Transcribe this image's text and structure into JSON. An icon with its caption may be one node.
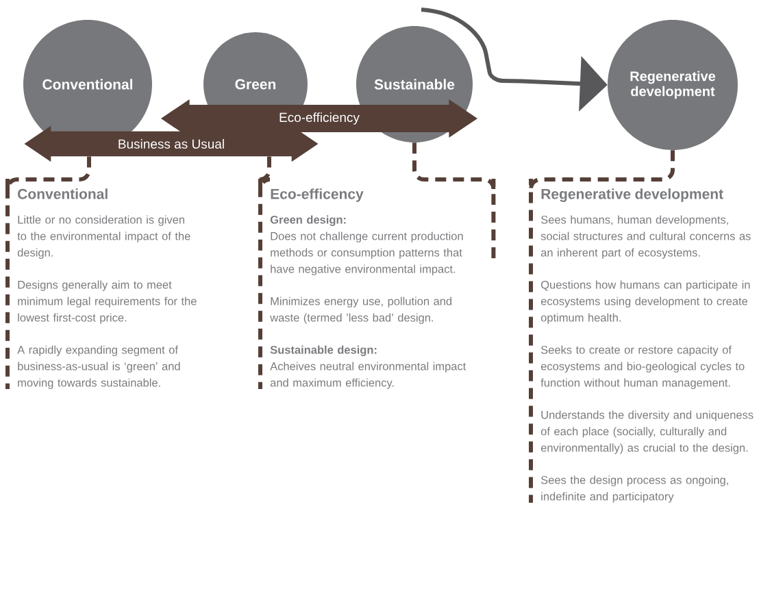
{
  "diagram": {
    "nodes": [
      {
        "text": [
          "Conventional"
        ]
      },
      {
        "text": [
          "Green"
        ]
      },
      {
        "text": [
          "Sustainable"
        ]
      },
      {
        "text": [
          "Regenerative development"
        ]
      },
      {
        "text": [
          "Eco-efficiency"
        ]
      },
      {
        "text": [
          "Business as Usual"
        ]
      },
      {
        "text": [
          "Conventional",
          "Little or no consideration is given to the environmental impact of the design.",
          "Designs generally aim to meet minimum legal requirements for the lowest first-cost price.",
          "A rapidly expanding segment of business-as-usual is ‘green’ and moving towards sustainable."
        ]
      },
      {
        "text": [
          "Eco-efficency",
          "Green design:",
          "Does not challenge current production methods or consumption patterns that have negative environmental impact.",
          "Minimizes energy use, pollution and waste (termed ’less bad’ design.",
          "Sustainable design:",
          "Acheives neutral environmental impact and maximum efficiency."
        ]
      },
      {
        "text": [
          "Regenerative development",
          "Sees humans, human developments, social structures and cultural concerns as an inherent part of ecosystems.",
          "Questions how humans can participate in ecosystems using development to create optimum health.",
          "Seeks to create or restore capacity of ecosystems and bio-geological cycles to function without human management.",
          "Understands the diversity and uniqueness of each place (socially, culturally and environmentally) as crucial to the design.",
          "Sees the design process as ongoing, indefinite and participatory"
        ]
      }
    ],
    "edges": [
      {
        "from": null,
        "to": 3,
        "arrow": "to",
        "color": "#58585a"
      },
      {
        "from": 5,
        "to": 6,
        "arrow": "none",
        "style": "dashed"
      },
      {
        "from": 5,
        "to": 7,
        "arrow": "none",
        "style": "dashed"
      },
      {
        "from": 2,
        "to": 7,
        "arrow": "none",
        "style": "dashed"
      },
      {
        "from": 3,
        "to": 8,
        "arrow": "none",
        "style": "dashed"
      }
    ]
  }
}
